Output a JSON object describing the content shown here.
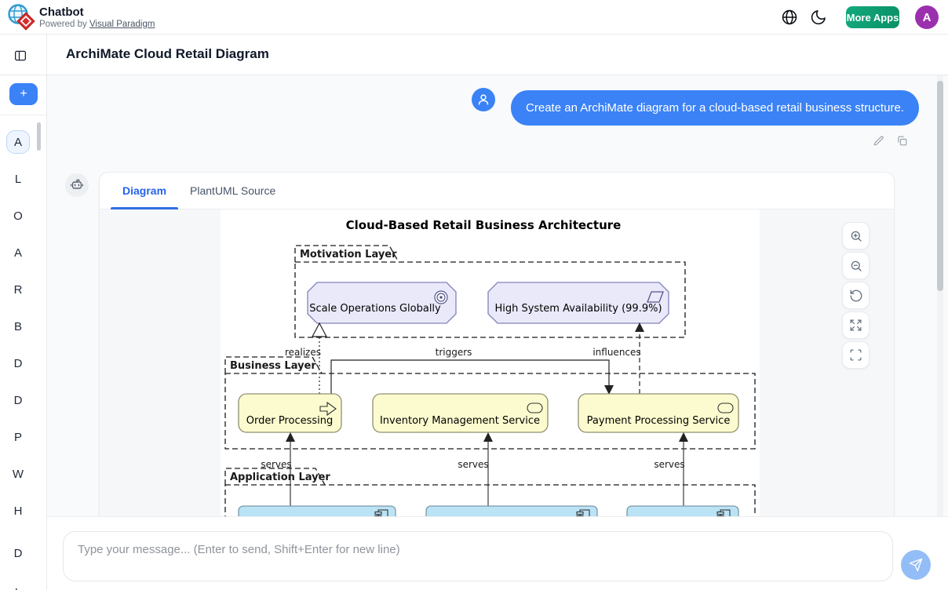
{
  "header": {
    "app_title": "Chatbot",
    "powered_by_prefix": "Powered by ",
    "powered_by_link": "Visual Paradigm",
    "more_apps_label": "More Apps",
    "avatar_letter": "A"
  },
  "toolbar": {
    "page_title": "ArchiMate Cloud Retail Diagram"
  },
  "sidebar": {
    "new_chat_label": "+",
    "items": [
      {
        "label": "A",
        "active": true
      },
      {
        "label": "L"
      },
      {
        "label": "O"
      },
      {
        "label": "A"
      },
      {
        "label": "R"
      },
      {
        "label": "B"
      },
      {
        "label": "D"
      },
      {
        "label": "D"
      },
      {
        "label": "P"
      },
      {
        "label": "W"
      },
      {
        "label": "H"
      },
      {
        "label": "D"
      },
      {
        "label": "L"
      }
    ]
  },
  "chat": {
    "user_message": "Create an ArchiMate diagram for a cloud-based retail business structure.",
    "input_placeholder": "Type your message... (Enter to send, Shift+Enter for new line)"
  },
  "result_card": {
    "tabs": [
      {
        "label": "Diagram",
        "active": true
      },
      {
        "label": "PlantUML Source",
        "active": false
      }
    ],
    "zoom_controls": [
      "zoom-in-icon",
      "zoom-out-icon",
      "reset-view-icon",
      "expand-icon",
      "fullscreen-icon"
    ]
  },
  "diagram": {
    "title": "Cloud-Based Retail Business Architecture",
    "groups": [
      {
        "label": "Motivation Layer",
        "elements": [
          {
            "name": "Scale Operations Globally",
            "type": "goal"
          },
          {
            "name": "High System Availability (99.9%)",
            "type": "outcome"
          }
        ]
      },
      {
        "label": "Business Layer",
        "elements": [
          {
            "name": "Order Processing",
            "type": "business-process"
          },
          {
            "name": "Inventory Management Service",
            "type": "business-service"
          },
          {
            "name": "Payment Processing Service",
            "type": "business-service"
          }
        ]
      },
      {
        "label": "Application Layer",
        "elements": []
      }
    ],
    "relations": [
      {
        "label": "realizes"
      },
      {
        "label": "triggers"
      },
      {
        "label": "influences"
      },
      {
        "label": "serves"
      },
      {
        "label": "serves"
      },
      {
        "label": "serves"
      }
    ]
  },
  "colors": {
    "accent_blue": "#3b82f6",
    "tab_active_blue": "#2563eb",
    "more_apps_green": "#0da678",
    "avatar_purple": "#9b30ae",
    "motivation_fill": "#e9e9fa",
    "business_fill": "#fbfbcf",
    "application_fill": "#bae3f6",
    "chat_background": "#f8fafc"
  }
}
